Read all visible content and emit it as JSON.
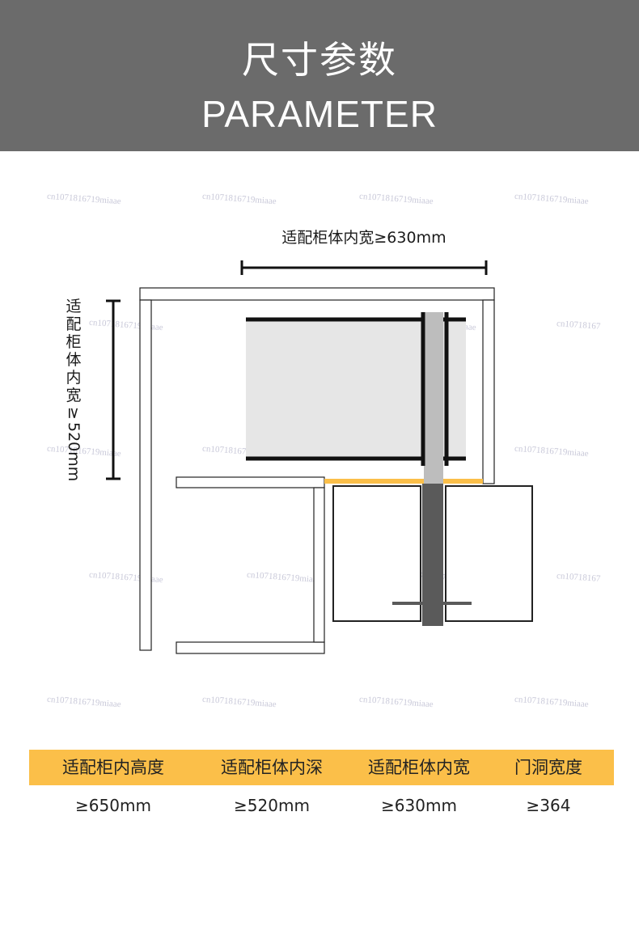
{
  "header": {
    "title_cn": "尺寸参数",
    "title_en": "PARAMETER",
    "bg_color": "#6b6b6b"
  },
  "diagram": {
    "width_label": "适配柜体内宽≥630mm",
    "depth_label_chars": [
      "适",
      "配",
      "柜",
      "体",
      "内",
      "宽"
    ],
    "depth_label_symbol": "≥",
    "depth_label_value": "520mm"
  },
  "watermarks": [
    "cn1071816719miaae",
    "cn1071816719miaae",
    "cn1071816719miaae",
    "cn1071816719miaae",
    "cn10718167"
  ],
  "table": {
    "header_color": "#fbbf49",
    "headers": [
      "适配柜内高度",
      "适配柜体内深",
      "适配柜体内宽",
      "门洞宽度"
    ],
    "values": [
      "≥650mm",
      "≥520mm",
      "≥630mm",
      "≥364"
    ]
  }
}
